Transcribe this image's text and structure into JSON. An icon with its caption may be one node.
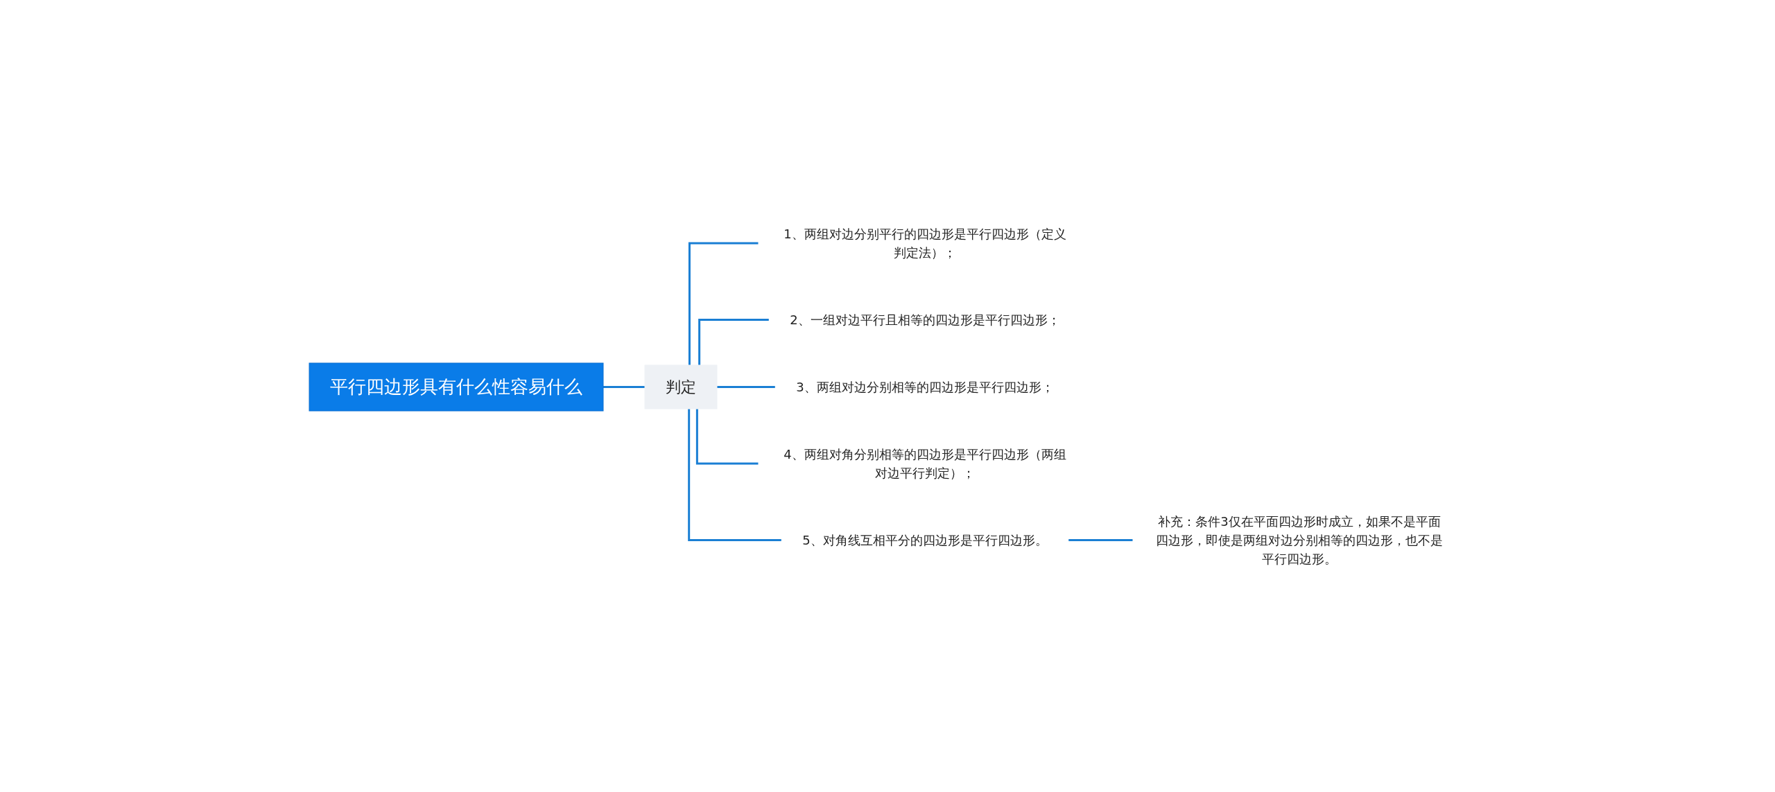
{
  "diagram": {
    "nodes": [
      {
        "text": [
          "平行四边形具有什么性容易什么"
        ]
      },
      {
        "text": [
          "判定"
        ]
      },
      {
        "text": [
          "1、两组对边分别平行的四边形是平行四边形（定义判定法）；"
        ]
      },
      {
        "text": [
          "2、一组对边平行且相等的四边形是平行四边形；"
        ]
      },
      {
        "text": [
          "3、两组对边分别相等的四边形是平行四边形；"
        ]
      },
      {
        "text": [
          "4、两组对角分别相等的四边形是平行四边形（两组对边平行判定）；"
        ]
      },
      {
        "text": [
          "5、对角线互相平分的四边形是平行四边形。"
        ]
      },
      {
        "text": [
          "补充：条件3仅在平面四边形时成立，如果不是平面四边形，即使是两组对边分别相等的四边形，也不是平行四边形。"
        ]
      }
    ],
    "edges": [
      {
        "from": 0,
        "to": 1,
        "arrow": "none"
      },
      {
        "from": 1,
        "to": 2,
        "arrow": "none"
      },
      {
        "from": 1,
        "to": 3,
        "arrow": "none"
      },
      {
        "from": 1,
        "to": 4,
        "arrow": "none"
      },
      {
        "from": 1,
        "to": 5,
        "arrow": "none"
      },
      {
        "from": 1,
        "to": 6,
        "arrow": "none"
      },
      {
        "from": 6,
        "to": 7,
        "arrow": "none"
      }
    ]
  }
}
